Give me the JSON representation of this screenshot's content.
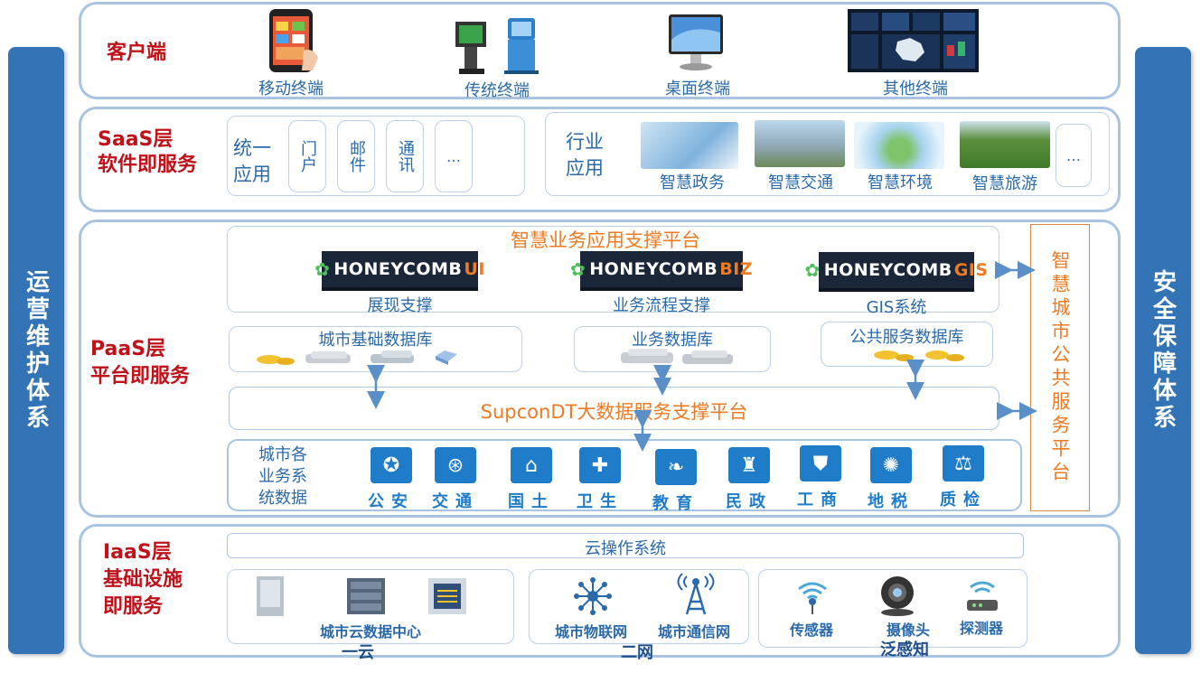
{
  "left_bar": {
    "label": "运营维护体系"
  },
  "right_bar": {
    "label": "安全保障体系"
  },
  "client_layer": {
    "title": "客户端",
    "items": [
      {
        "label": "移动终端",
        "icon": "smartphone-icon"
      },
      {
        "label": "传统终端",
        "icon": "kiosk-icon"
      },
      {
        "label": "桌面终端",
        "icon": "desktop-monitor-icon"
      },
      {
        "label": "其他终端",
        "icon": "video-wall-icon"
      }
    ]
  },
  "saas_layer": {
    "title_line1": "SaaS层",
    "title_line2": "软件即服务",
    "unified": {
      "label": "统一应用",
      "items": [
        "门户",
        "邮件",
        "通讯",
        "…"
      ]
    },
    "industry": {
      "label": "行业应用",
      "items": [
        "智慧政务",
        "智慧交通",
        "智慧环境",
        "智慧旅游"
      ],
      "more": "…"
    }
  },
  "paas_layer": {
    "title_line1": "PaaS层",
    "title_line2": "平台即服务",
    "smart_platform": {
      "title": "智慧业务应用支撑平台",
      "modules": [
        {
          "brand": "HONEYCOMB",
          "suffix": "UI",
          "label": "展现支撑"
        },
        {
          "brand": "HONEYCOMB",
          "suffix": "BIZ",
          "label": "业务流程支撑"
        },
        {
          "brand": "HONEYCOMB",
          "suffix": "GIS",
          "label": "GIS系统"
        }
      ]
    },
    "databases": [
      "城市基础数据库",
      "业务数据库",
      "公共服务数据库"
    ],
    "big_data": "SupconDT大数据服务支撑平台",
    "city_data_label": "城市各业务系统数据",
    "departments": [
      "公安",
      "交通",
      "国土",
      "卫生",
      "教育",
      "民政",
      "工商",
      "地税",
      "质检"
    ],
    "public_service_platform": "智慧城市公共服务平台"
  },
  "iaas_layer": {
    "title_line1": "IaaS层",
    "title_line2": "基础设施",
    "title_line3": "即服务",
    "cloud_os": "云操作系统",
    "groups": [
      {
        "items": [
          "城市云数据中心"
        ],
        "caption": "一云"
      },
      {
        "items": [
          "城市物联网",
          "城市通信网"
        ],
        "caption": "二网"
      },
      {
        "items": [
          "传感器",
          "摄像头",
          "探测器"
        ],
        "caption": "泛感知"
      }
    ]
  },
  "colors": {
    "layer_title": "#c0121a",
    "accent_orange": "#ee7a22",
    "primary_blue": "#3274b5",
    "label_blue": "#2a6aaa"
  }
}
